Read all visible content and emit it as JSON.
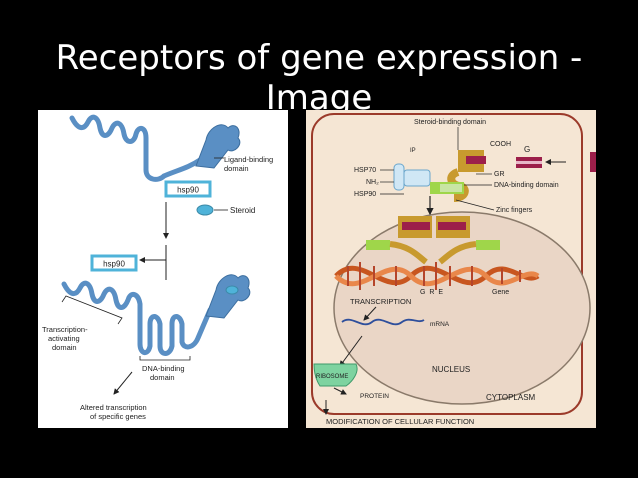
{
  "slide": {
    "title": "Receptors of gene expression - Image"
  },
  "left_diagram": {
    "hsp90_top": "hsp90",
    "hsp90_mid": "hsp90",
    "ligand_binding_line1": "Ligand-binding",
    "ligand_binding_line2": "domain",
    "steroid": "Steroid",
    "transcription_line1": "Transcription-",
    "transcription_line2": "activating",
    "transcription_line3": "domain",
    "dna_binding_line1": "DNA-binding",
    "dna_binding_line2": "domain",
    "altered_line1": "Altered transcription",
    "altered_line2": "of specific genes"
  },
  "right_diagram": {
    "steroid_binding_domain": "Steroid-binding domain",
    "cooh": "COOH",
    "g": "G",
    "ip": "IP",
    "hsp70": "HSP70",
    "nh2": "NH₂",
    "hsp90": "HSP90",
    "gr": "GR",
    "dna_binding_domain": "DNA-binding domain",
    "zinc_fingers": "Zinc fingers",
    "gre": "G R E",
    "gene": "Gene",
    "transcription": "TRANSCRIPTION",
    "mrna": "mRNA",
    "nucleus": "NUCLEUS",
    "ribosome": "RIBOSOME",
    "protein": "PROTEIN",
    "cytoplasm": "CYTOPLASM",
    "modification": "MODIFICATION OF CELLULAR FUNCTION"
  },
  "colors": {
    "receptor_blue": "#5a8fc4",
    "hsp_box": "#4fb3d9",
    "cell_bg": "#f5e6d4",
    "nucleus": "#ead6c6",
    "receptor_maroon": "#9c1f4a",
    "receptor_gold": "#c89a2e",
    "receptor_green": "#9fd64a",
    "ribosome_green": "#7ed3a0",
    "dna_orange": "#c8561f"
  }
}
